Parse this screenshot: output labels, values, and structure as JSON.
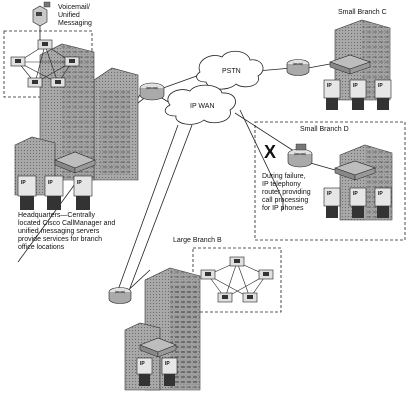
{
  "labels": {
    "voicemail": "Voicemail/ Unified Messaging",
    "small_branch_c": "Small Branch C",
    "small_branch_d": "Small Branch D",
    "large_branch_b": "Large Branch B",
    "hq_line1": "Headquarters—Centrally",
    "hq_line2": "located Cisco CallManager and",
    "hq_line3": "unified messaging servers",
    "hq_line4": "provide services for branch",
    "hq_line5": "office locations",
    "failure_line1": "During failure,",
    "failure_line2": "IP telephony",
    "failure_line3": "router providing",
    "failure_line4": "call processing",
    "failure_line5": "for IP phones"
  },
  "clouds": {
    "pstn": "PSTN",
    "ipwan": "IP WAN"
  },
  "phone_badge": "IP",
  "failure_mark": "X"
}
